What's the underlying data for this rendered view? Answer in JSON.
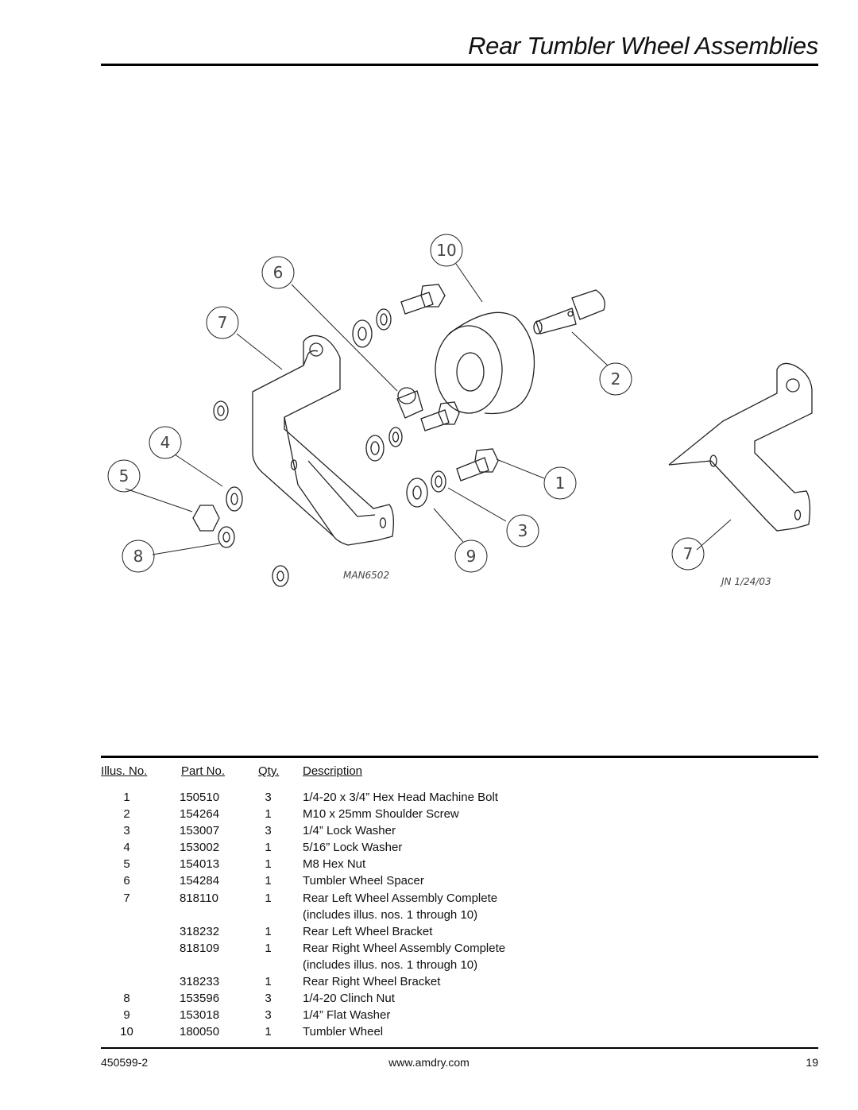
{
  "page": {
    "title": "Rear Tumbler Wheel Assemblies"
  },
  "diagram": {
    "callouts": [
      "1",
      "2",
      "3",
      "4",
      "5",
      "6",
      "7",
      "8",
      "9",
      "10"
    ],
    "drawing_number": "MAN6502",
    "drafter_initials_date": "JN 1/24/03"
  },
  "table": {
    "headers": {
      "illus": "Illus. No.",
      "part": "Part No.",
      "qty": "Qty.",
      "desc": "Description"
    },
    "rows": [
      {
        "illus": "1",
        "part": "150510",
        "qty": "3",
        "desc": "1/4-20 x 3/4” Hex Head Machine Bolt"
      },
      {
        "illus": "2",
        "part": "154264",
        "qty": "1",
        "desc": "M10 x 25mm Shoulder Screw"
      },
      {
        "illus": "3",
        "part": "153007",
        "qty": "3",
        "desc": "1/4” Lock Washer"
      },
      {
        "illus": "4",
        "part": "153002",
        "qty": "1",
        "desc": "5/16” Lock Washer"
      },
      {
        "illus": "5",
        "part": "154013",
        "qty": "1",
        "desc": "M8 Hex Nut"
      },
      {
        "illus": "6",
        "part": "154284",
        "qty": "1",
        "desc": "Tumbler Wheel Spacer"
      },
      {
        "illus": "7",
        "part": "818110",
        "qty": "1",
        "desc": "Rear Left Wheel Assembly Complete"
      },
      {
        "illus": "",
        "part": "",
        "qty": "",
        "desc": "(includes illus. nos. 1 through 10)"
      },
      {
        "illus": "",
        "part": "318232",
        "qty": "1",
        "desc": "Rear Left Wheel Bracket"
      },
      {
        "illus": "",
        "part": "818109",
        "qty": "1",
        "desc": "Rear Right Wheel Assembly Complete"
      },
      {
        "illus": "",
        "part": "",
        "qty": "",
        "desc": "(includes illus. nos. 1 through 10)"
      },
      {
        "illus": "",
        "part": "318233",
        "qty": "1",
        "desc": "Rear Right Wheel Bracket"
      },
      {
        "illus": "8",
        "part": "153596",
        "qty": "3",
        "desc": "1/4-20 Clinch Nut"
      },
      {
        "illus": "9",
        "part": "153018",
        "qty": "3",
        "desc": "1/4” Flat Washer"
      },
      {
        "illus": "10",
        "part": "180050",
        "qty": "1",
        "desc": "Tumbler Wheel"
      }
    ]
  },
  "footer": {
    "doc_number": "450599-2",
    "website": "www.amdry.com",
    "page_number": "19"
  }
}
